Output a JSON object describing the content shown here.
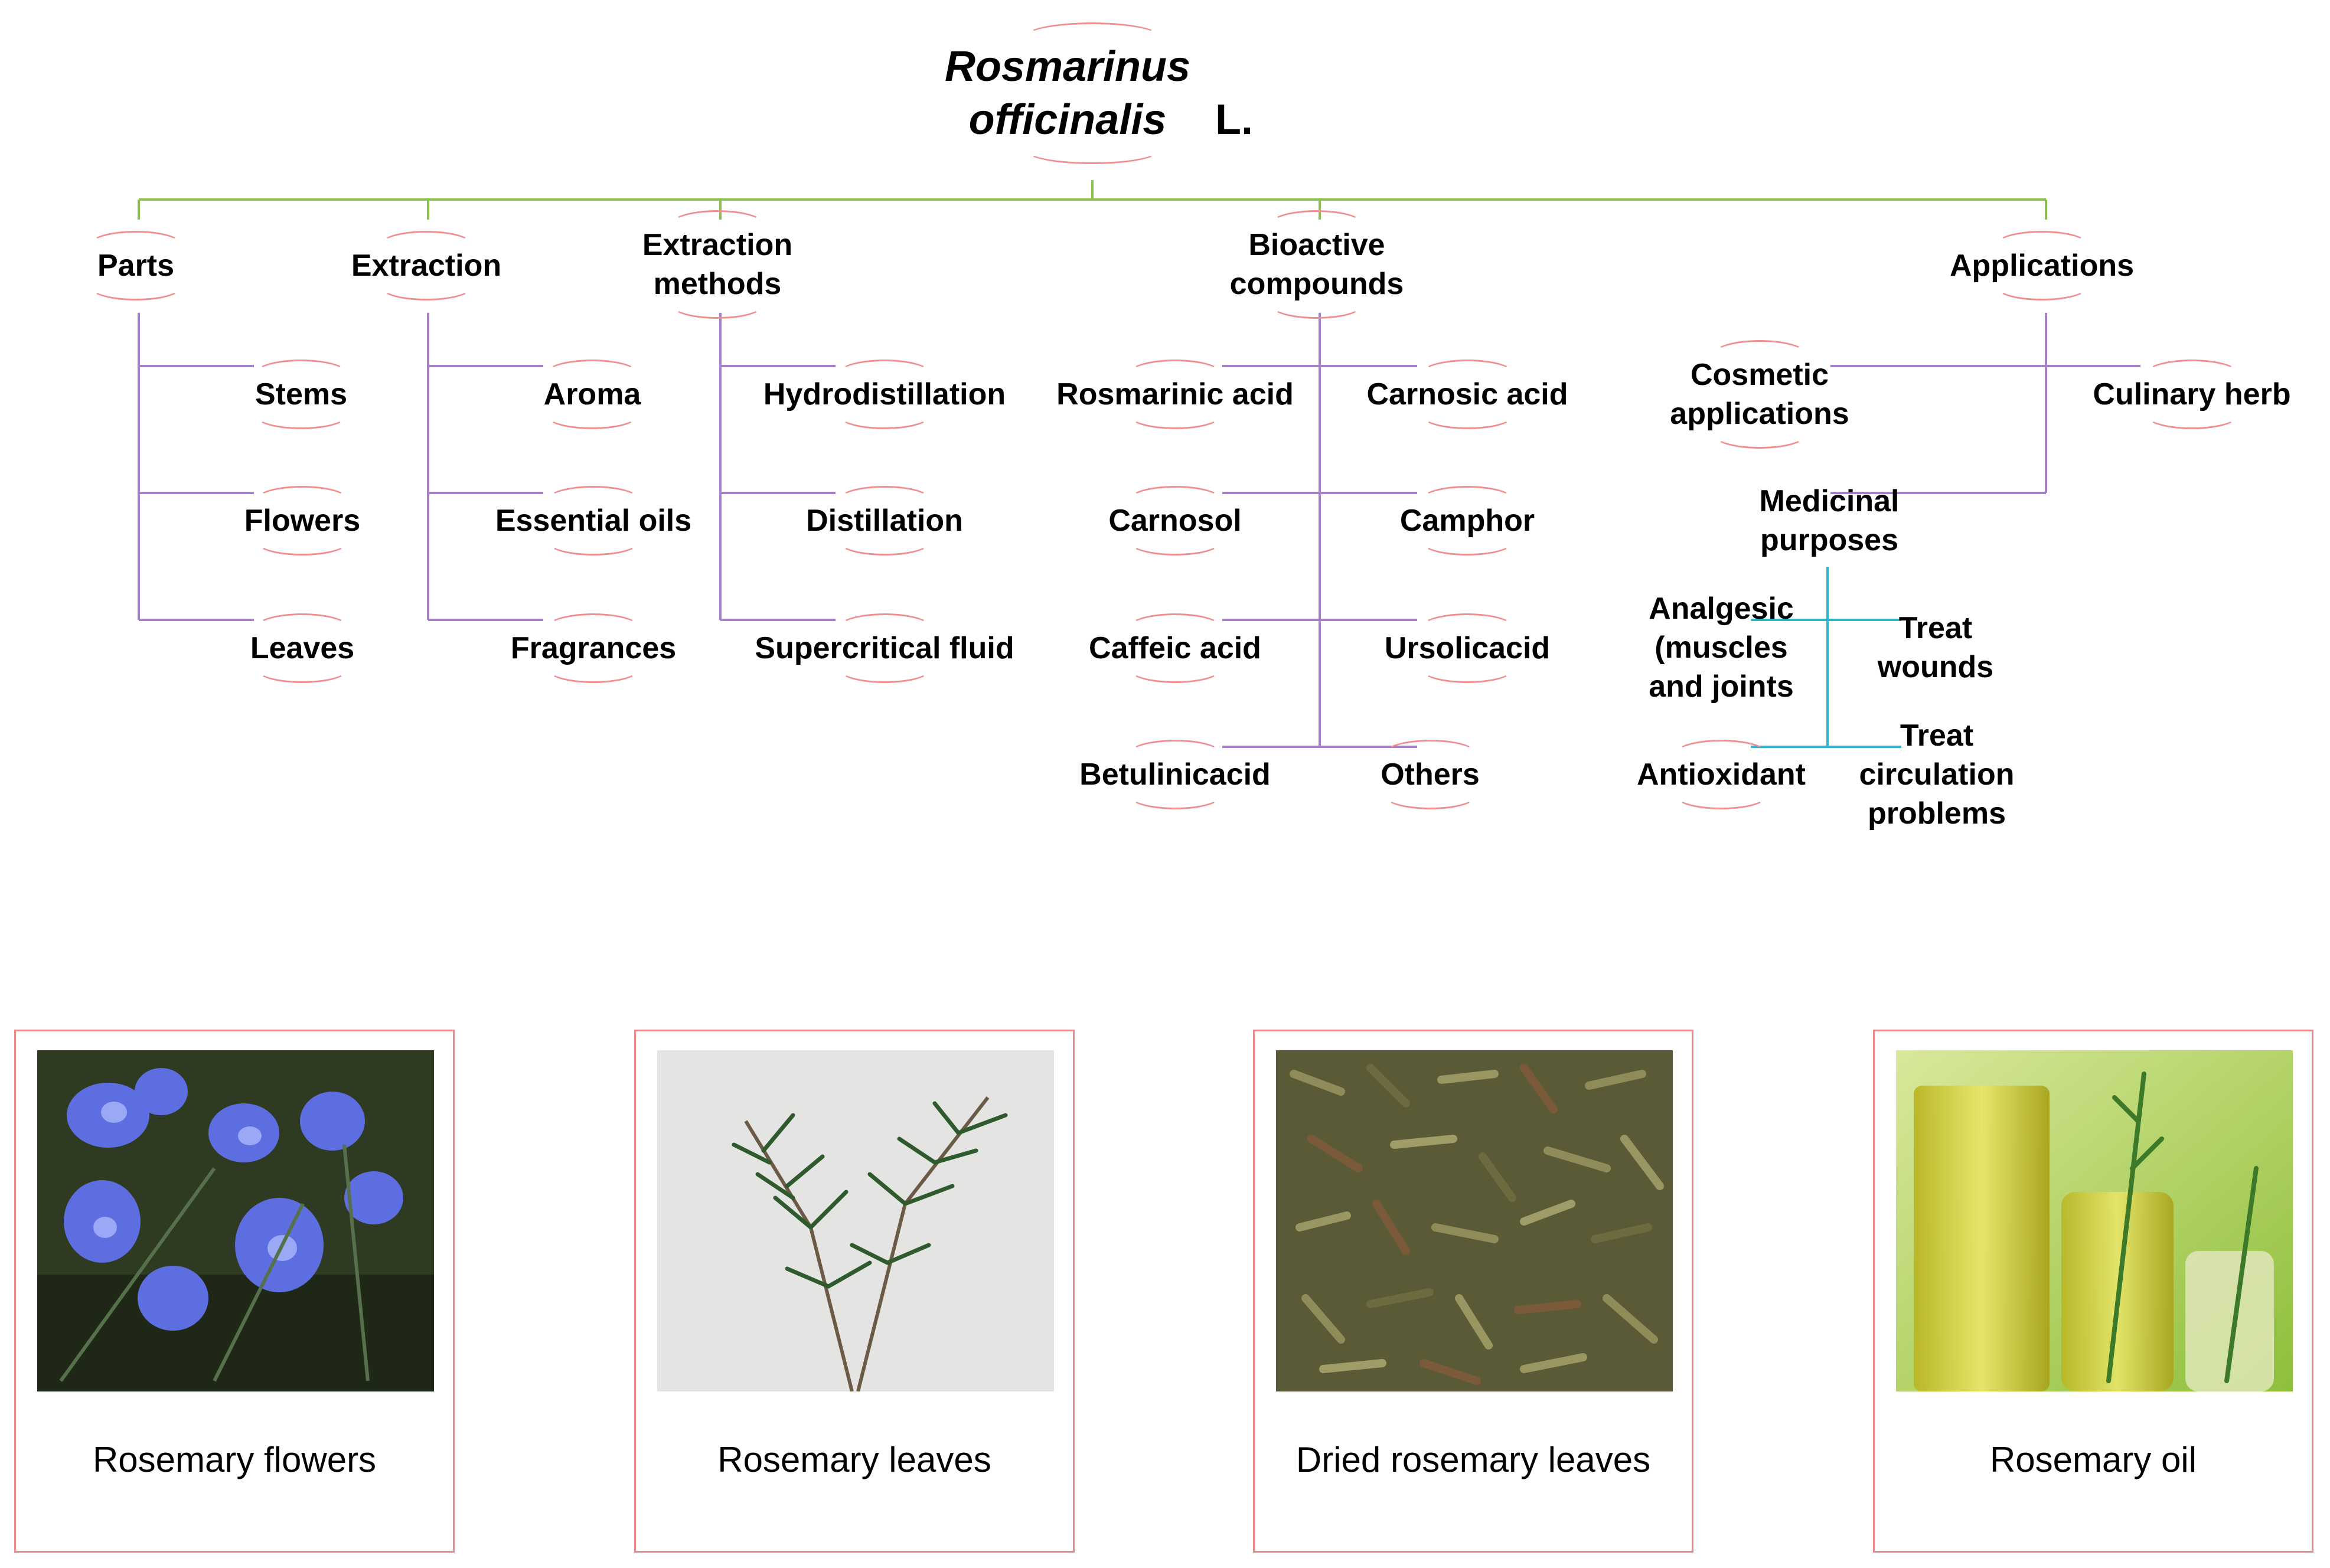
{
  "root": {
    "title_italic": "Rosmarinus officinalis",
    "title_suffix": "L."
  },
  "branches": {
    "parts": {
      "label": "Parts",
      "items": [
        "Stems",
        "Flowers",
        "Leaves"
      ]
    },
    "extraction": {
      "label": "Extraction",
      "items": [
        "Aroma",
        "Essential oils",
        "Fragrances"
      ]
    },
    "extraction_methods": {
      "label_line1": "Extraction",
      "label_line2": "methods",
      "items": [
        "Hydrodistillation",
        "Distillation",
        "Supercritical fluid"
      ]
    },
    "bioactive": {
      "label_line1": "Bioactive",
      "label_line2": "compounds",
      "left": [
        "Rosmarinic acid",
        "Carnosol",
        "Caffeic acid",
        "Betulinicacid"
      ],
      "right": [
        "Carnosic acid",
        "Camphor",
        "Ursolicacid",
        "Others"
      ]
    },
    "applications": {
      "label": "Applications",
      "cosmetic_line1": "Cosmetic",
      "cosmetic_line2": "applications",
      "culinary": "Culinary herb",
      "medicinal_line1": "Medicinal",
      "medicinal_line2": "purposes",
      "analgesic_line1": "Analgesic",
      "analgesic_line2": "(muscles",
      "analgesic_line3": "and joints",
      "wounds_line1": "Treat",
      "wounds_line2": "wounds",
      "antioxidant": "Antioxidant",
      "circ_line1": "Treat",
      "circ_line2": "circulation",
      "circ_line3": "problems"
    }
  },
  "cards": [
    {
      "caption": "Rosemary flowers",
      "image": "rosemary-flowers-photo"
    },
    {
      "caption": "Rosemary leaves",
      "image": "rosemary-leaves-photo"
    },
    {
      "caption": "Dried rosemary leaves",
      "image": "dried-rosemary-photo"
    },
    {
      "caption": "Rosemary oil",
      "image": "rosemary-oil-photo"
    }
  ],
  "colors": {
    "green_line": "#8cc152",
    "purple_line": "#9b6bbf",
    "cyan_line": "#2bb6c9",
    "arc": "#ef8f8f",
    "card_border": "#e98a8a"
  }
}
